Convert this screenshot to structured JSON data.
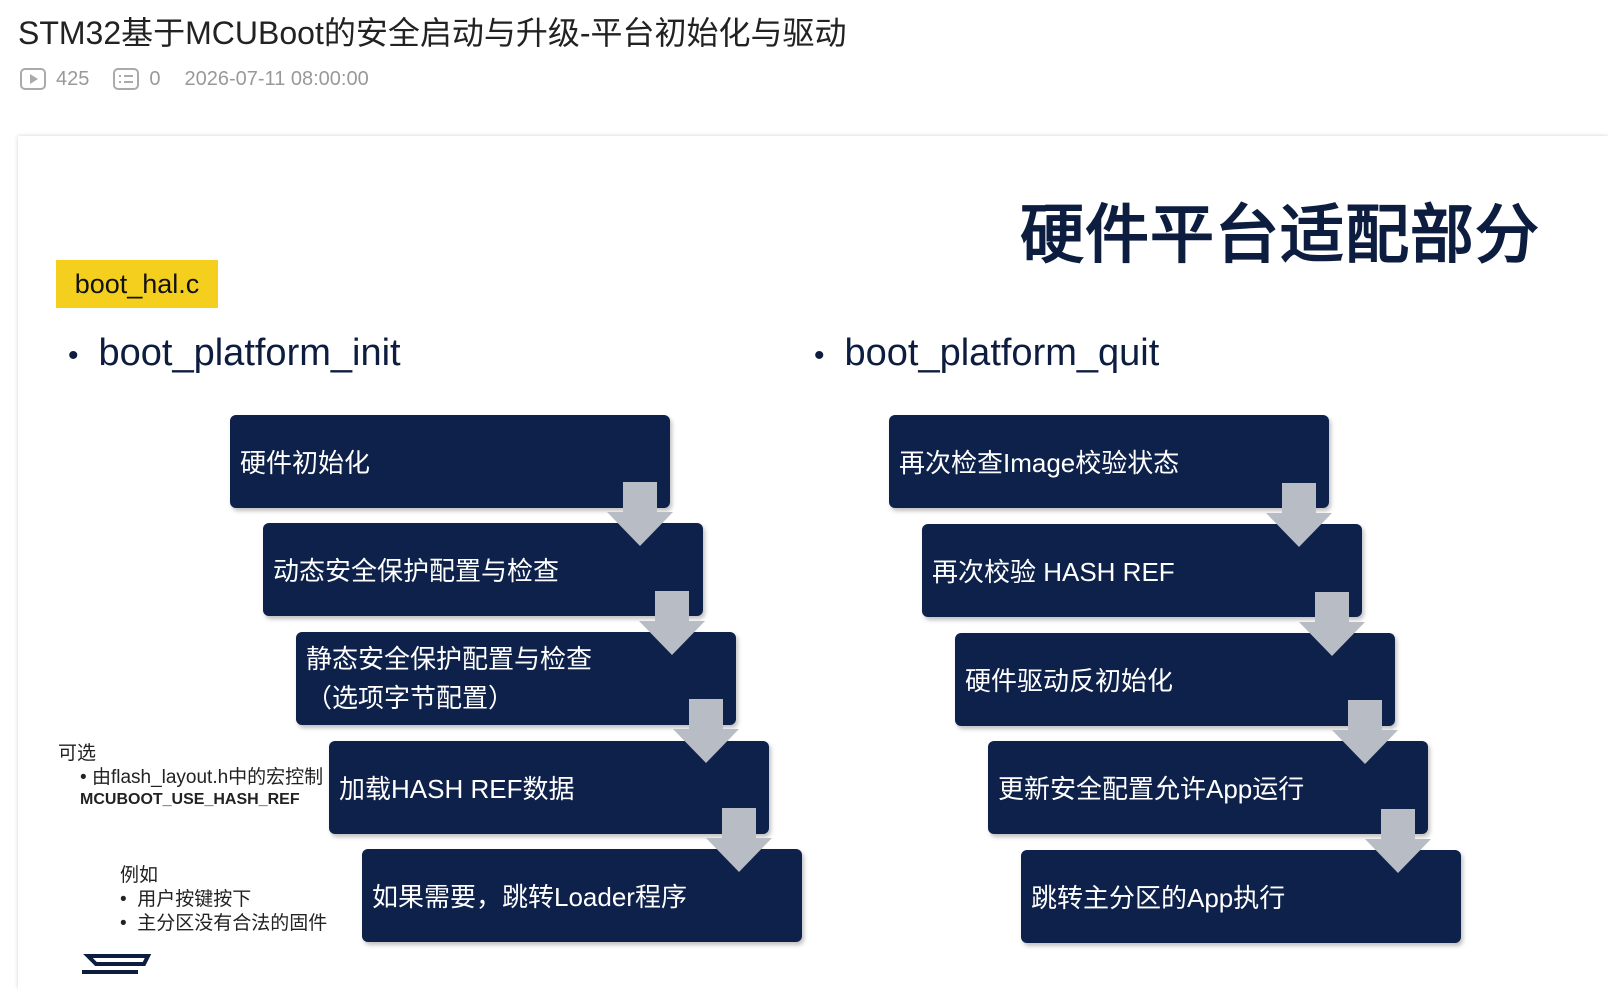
{
  "header": {
    "title": "STM32基于MCUBoot的安全启动与升级-平台初始化与驱动",
    "views": "425",
    "comments": "0",
    "date": "2026-07-11 08:00:00",
    "icons": [
      "play-icon",
      "comment-icon"
    ]
  },
  "slide": {
    "heading": "硬件平台适配部分",
    "file_tag": "boot_hal.c",
    "left": {
      "bullet": "boot_platform_init",
      "steps": [
        "硬件初始化",
        "动态安全保护配置与检查",
        "静态安全保护配置与检查",
        "加载HASH REF数据",
        "如果需要，跳转Loader程序"
      ],
      "step3_line2": "（选项字节配置）"
    },
    "right": {
      "bullet": "boot_platform_quit",
      "steps": [
        "再次检查Image校验状态",
        "再次校验 HASH REF",
        "硬件驱动反初始化",
        "更新安全配置允许App运行",
        "跳转主分区的App执行"
      ]
    },
    "notes": {
      "optional_title": "可选",
      "optional_item": "由flash_layout.h中的宏控制",
      "optional_macro": "MCUBOOT_USE_HASH_REF",
      "example_title": "例如",
      "example_items": [
        "用户按键按下",
        "主分区没有合法的固件"
      ]
    },
    "colors": {
      "box": "#0e214a",
      "tag": "#f5cf1d",
      "heading": "#0d1d3f",
      "arrow": "#b8bcc4"
    }
  }
}
